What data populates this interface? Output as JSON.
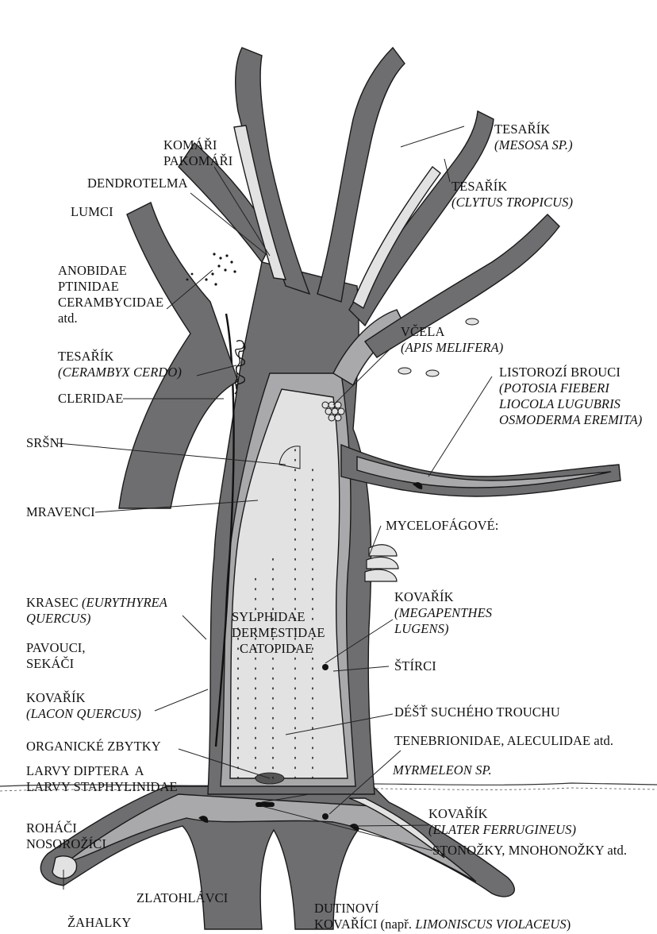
{
  "colors": {
    "wood_dark": "#6e6e70",
    "wood_mid": "#a9a9ab",
    "wood_light": "#e2e2e3",
    "outline": "#1a1a1a"
  },
  "labels": {
    "komari": [
      "KOMÁŘI",
      "PAKOMÁŘI"
    ],
    "tesarik_mesosa": {
      "name": "TESAŘÍK",
      "species": "(MESOSA SP.)"
    },
    "dendrotelma": "DENDROTELMA",
    "tesarik_clytus": {
      "name": "TESAŘÍK",
      "species": "(CLYTUS TROPICUS)"
    },
    "lumci": "LUMCI",
    "anobidae": [
      "ANOBIDAE",
      "PTINIDAE",
      "CERAMBYCIDAE",
      "atd."
    ],
    "vcela": {
      "name": "VČELA",
      "species": "(APIS MELIFERA)"
    },
    "tesarik_cerambyx": {
      "name": "TESAŘÍK",
      "species": "(CERAMBYX CERDO)"
    },
    "listorozi": {
      "name": "LISTOROZÍ BROUCI",
      "species": [
        "(POTOSIA FIEBERI",
        "LIOCOLA LUGUBRIS",
        "OSMODERMA EREMITA)"
      ]
    },
    "cleridae": "CLERIDAE",
    "srsni": "SRŠNI",
    "mravenci": "MRAVENCI",
    "mycelofagove": "MYCELOFÁGOVÉ:",
    "krasec": {
      "name": "KRASEC",
      "species_a": "(EURYTHYREA",
      "species_b": "QUERCUS)"
    },
    "kovarik_megapenthes": {
      "name": "KOVAŘÍK",
      "species": [
        "(MEGAPENTHES",
        "LUGENS)"
      ]
    },
    "sylphidae": [
      "SYLPHIDAE",
      "DERMESTIDAE",
      "CATOPIDAE"
    ],
    "pavouci": [
      "PAVOUCI,",
      "SEKÁČI"
    ],
    "stirci": "ŠTÍRCI",
    "kovarik_lacon": {
      "name": "KOVAŘÍK",
      "species": "(LACON QUERCUS)"
    },
    "dest": "DÉŠŤ SUCHÉHO TROUCHU",
    "organicke": "ORGANICKÉ ZBYTKY",
    "tenebrionidae": "TENEBRIONIDAE, ALECULIDAE atd.",
    "larvy": [
      "LARVY DIPTERA  A",
      "LARVY STAPHYLINIDAE"
    ],
    "myrmeleon": "MYRMELEON SP.",
    "kovarik_elater": {
      "name": "KOVAŘÍK",
      "species": "(ELATER FERRUGINEUS)"
    },
    "rohaci": [
      "ROHÁČI",
      "NOSOROŽÍCI"
    ],
    "stonozky": "STONOŽKY, MNOHONOŽKY atd.",
    "zlatohlavci": "ZLATOHLÁVCI",
    "dutinovi": {
      "line1": "DUTINOVÍ",
      "line2_prefix": "KOVAŘÍCI (např. ",
      "line2_species": "LIMONISCUS VIOLACEUS",
      "line2_suffix": ")"
    },
    "zahalky": "ŽAHALKY"
  }
}
